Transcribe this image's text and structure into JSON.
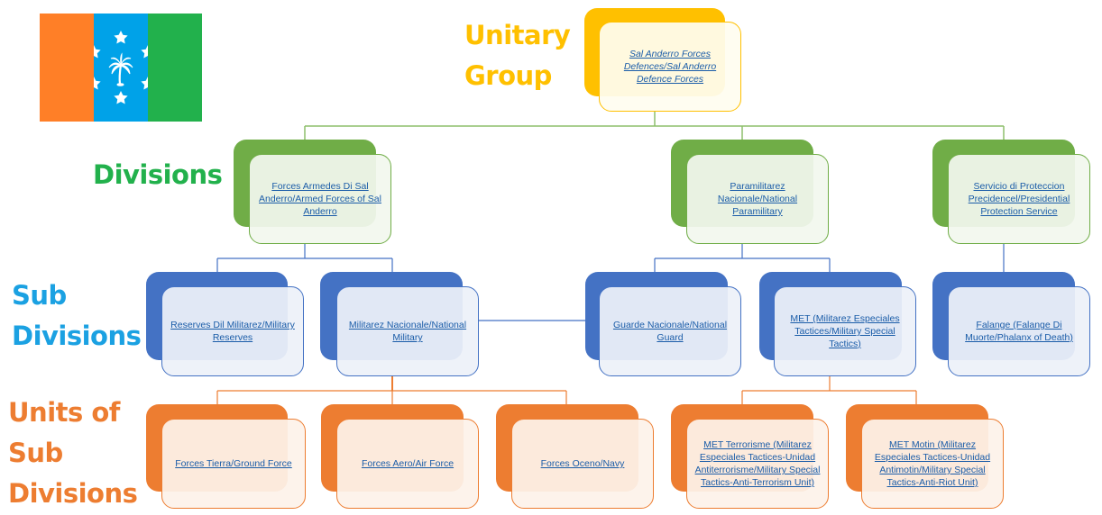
{
  "colors": {
    "unitary": "#FFC000",
    "divisions": "#70AD47",
    "sub_divisions": "#4472C4",
    "units": "#ED7D31",
    "divisions_label": "#22B14C",
    "sub_divisions_label": "#1BA1E2",
    "link": "#1A5CA8",
    "flag_left": "#FF7F27",
    "flag_middle": "#00A2E8",
    "flag_right": "#22B14C"
  },
  "flag": {
    "icons": [
      "star-icon",
      "star-icon",
      "star-icon",
      "star-icon",
      "star-icon",
      "star-icon",
      "palm-tree-icon"
    ]
  },
  "level_labels": {
    "unitary": "Unitary\nGroup",
    "divisions": "Divisions",
    "sub_divisions": "Sub\nDivisions",
    "units": "Units of\nSub\nDivisions"
  },
  "nodes": {
    "root": "Sal Anderro Forces Defences/Sal Anderro Defence Forces",
    "divisions": [
      "Forces Armedes Di Sal Anderro/Armed Forces of Sal Anderro",
      "Paramilitarez Nacionale/National Paramilitary",
      "Servicio di Proteccion Precidencel/Presidential Protection Service"
    ],
    "sub_divisions": [
      "Reserves Dil Militarez/Military Reserves",
      "Militarez Nacionale/National Military",
      "Guarde Nacionale/National Guard",
      "MET (Militarez Especiales Tactices/Military Special Tactics)",
      "Falange (Falange Di Muorte/Phalanx of Death)"
    ],
    "units": [
      "Forces Tierra/Ground Force",
      "Forces Aero/Air Force",
      "Forces Oceno/Navy",
      "MET Terrorisme (Militarez Especiales Tactices-Unidad Antiterrorisme/Military Special Tactics-Anti-Terrorism Unit)",
      "MET Motin (Militarez Especiales Tactices-Unidad Antimotin/Military Special Tactics-Anti-Riot Unit)"
    ]
  }
}
